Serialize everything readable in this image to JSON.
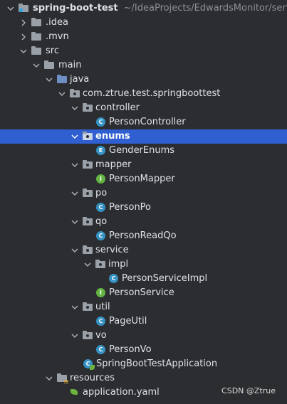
{
  "tree": {
    "root": {
      "name": "spring-boot-test",
      "path": "~/IdeaProjects/EdwardsMonitor/servers/"
    },
    "idea": ".idea",
    "mvn": ".mvn",
    "src": "src",
    "main": "main",
    "java": "java",
    "pkg": "com.ztrue.test.springboottest",
    "controller": "controller",
    "person_controller": "PersonController",
    "enums": "enums",
    "gender_enums": "GenderEnums",
    "mapper": "mapper",
    "person_mapper": "PersonMapper",
    "po": "po",
    "person_po": "PersonPo",
    "qo": "qo",
    "person_read_qo": "PersonReadQo",
    "service": "service",
    "impl": "impl",
    "person_service_impl": "PersonServiceImpl",
    "person_service": "PersonService",
    "util": "util",
    "page_util": "PageUtil",
    "vo": "vo",
    "person_vo": "PersonVo",
    "app": "SpringBootTestApplication",
    "resources": "resources",
    "application_yaml": "application.yaml"
  },
  "badges": {
    "class": "C",
    "enum": "E",
    "interface": "I"
  },
  "watermark": "CSDN @Ztrue",
  "selected_item": "enums",
  "colors": {
    "background": "#2b2d30",
    "selection": "#2f5fd0",
    "class_badge": "#3592c4",
    "interface_badge": "#62b543"
  }
}
